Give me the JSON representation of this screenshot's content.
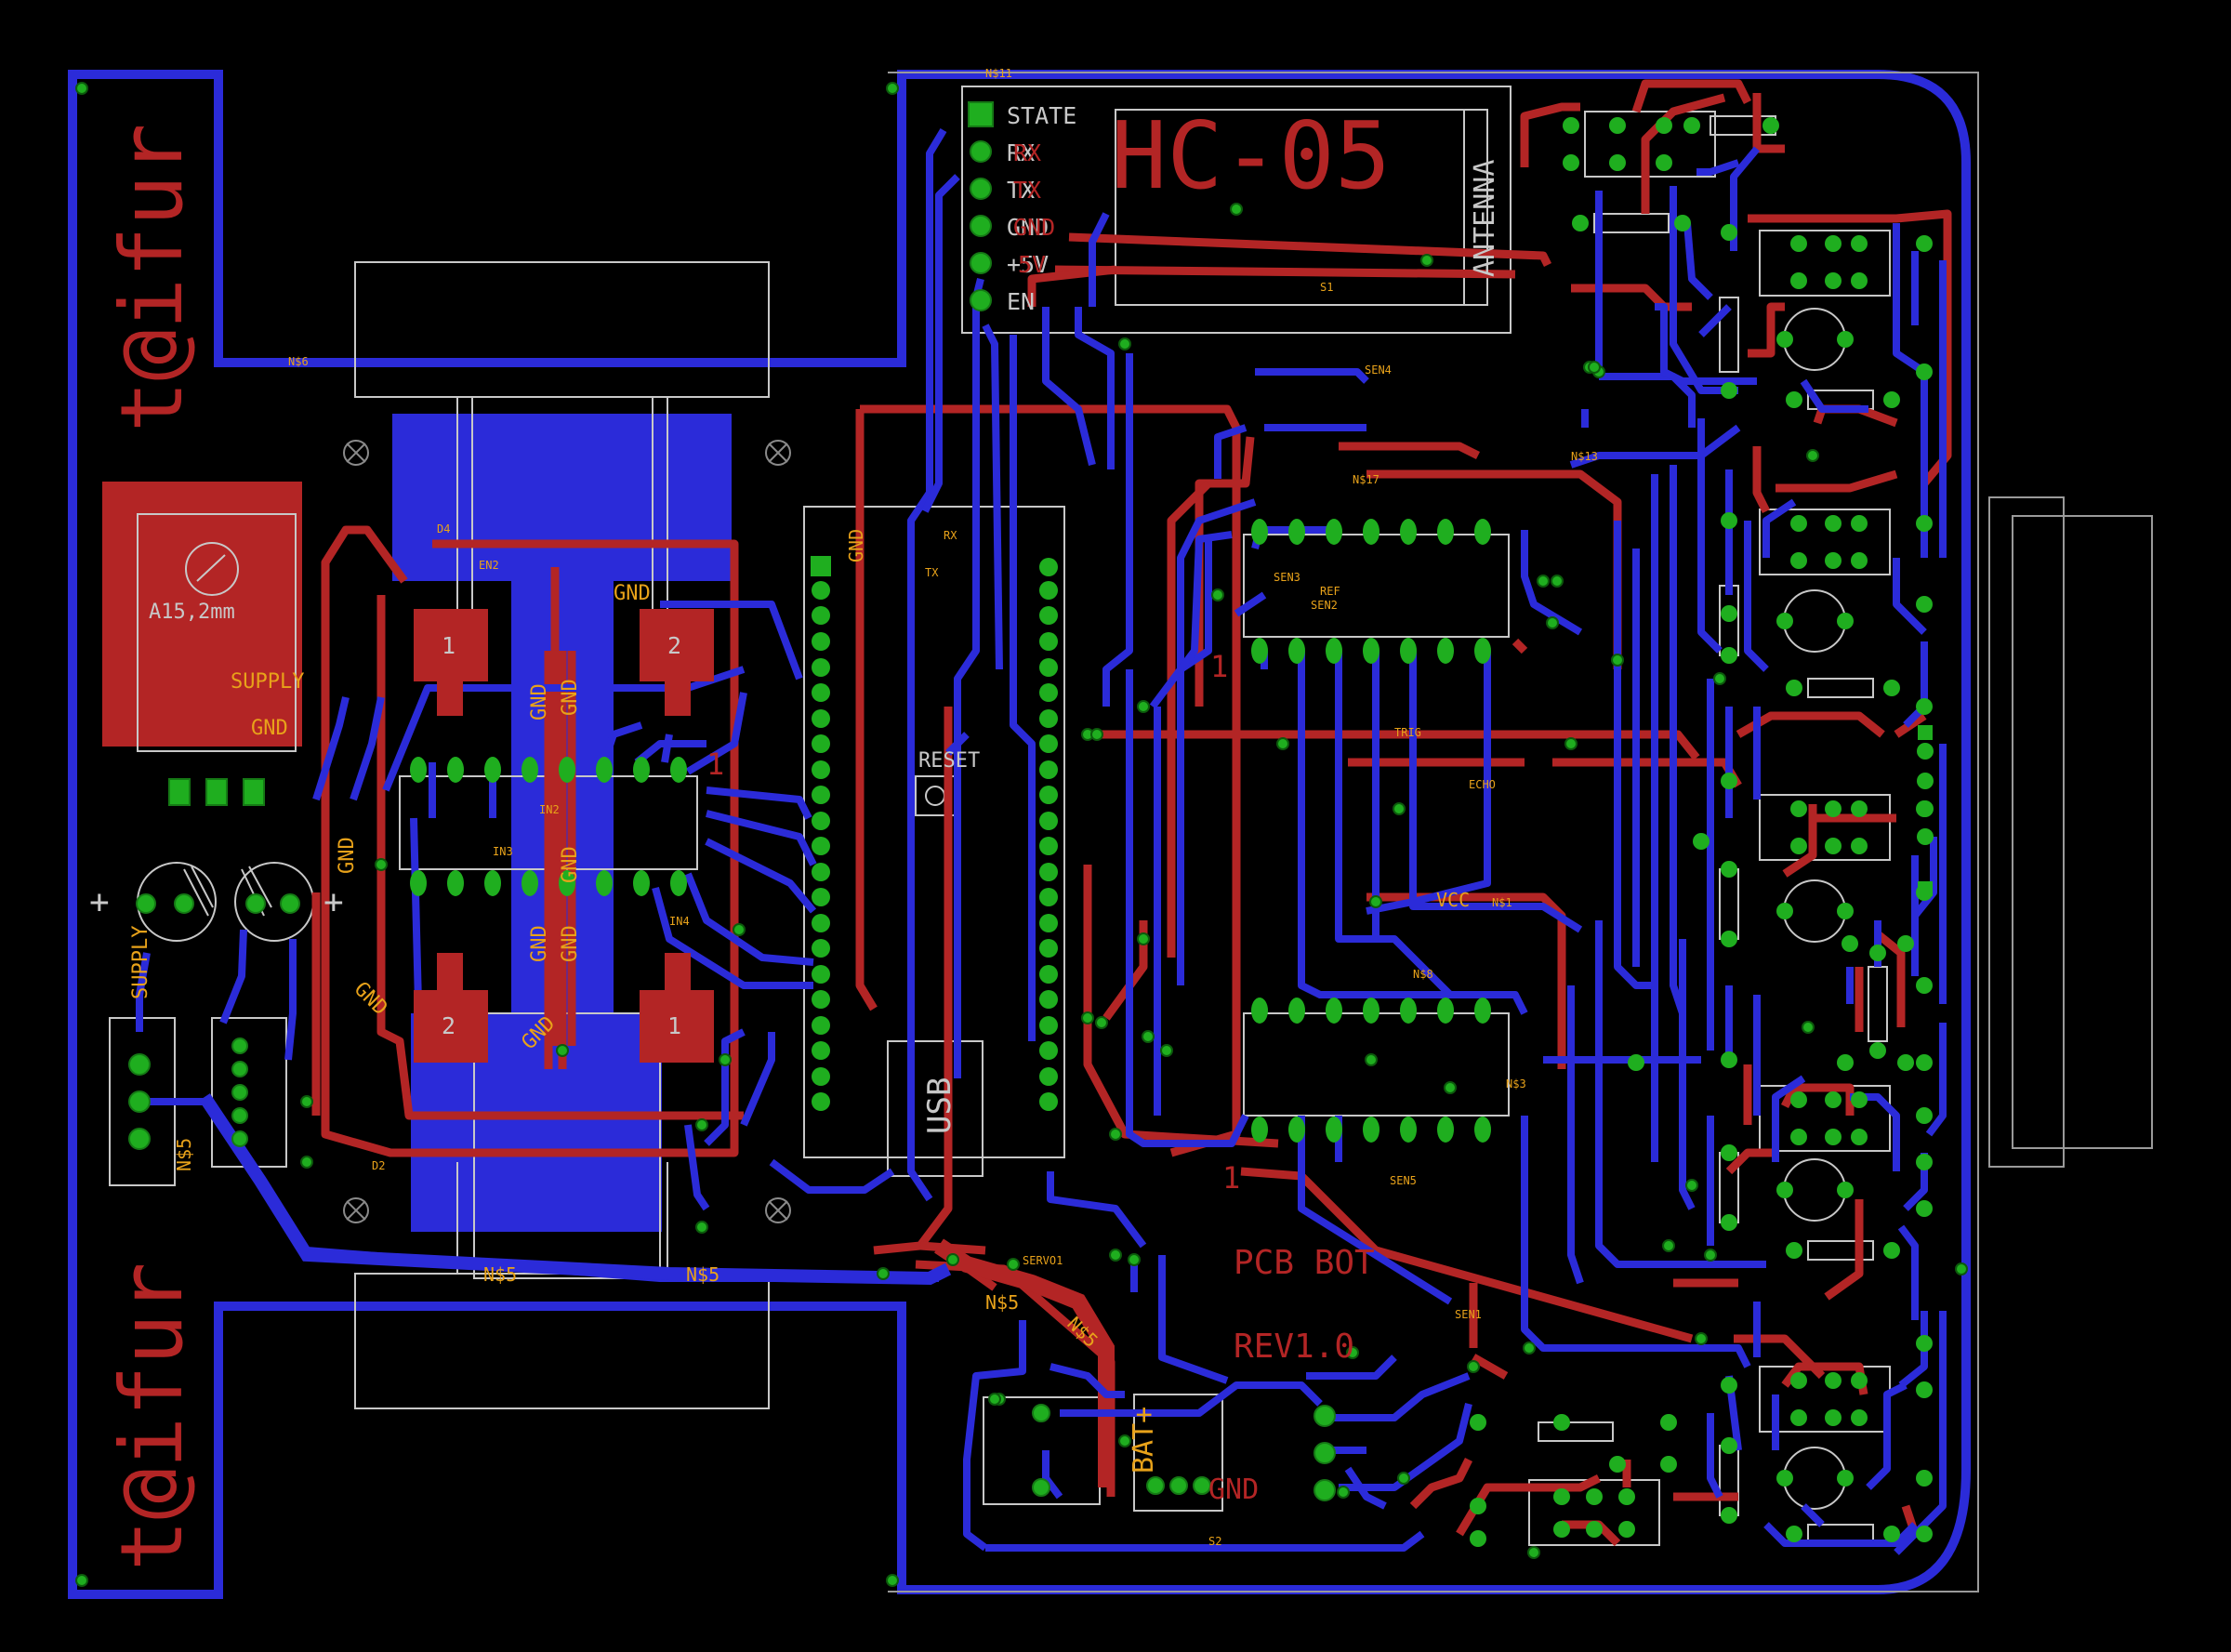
{
  "colors": {
    "background": "#000000",
    "top_copper": "#b32525",
    "bottom_copper": "#2b2bd9",
    "pad": "#1fae1f",
    "silkscreen": "#c8c8c8",
    "label_orange": "#e8a21a",
    "label_red": "#b32525"
  },
  "brand": {
    "top": "t@ifur",
    "bottom": "t@ifur"
  },
  "bluetooth": {
    "title": "HC-05",
    "antenna": "ANTENNA",
    "pins": [
      "STATE",
      "RX",
      "TX",
      "GND",
      "+5V",
      "EN"
    ],
    "ghost_pins": [
      "RX",
      "TX",
      "GND",
      "5V"
    ]
  },
  "regulator": {
    "package": "A15,2mm",
    "supply": "SUPPLY",
    "gnd": "GND"
  },
  "caps": {
    "left_label": "SUPPLY",
    "plus": "+"
  },
  "motor_driver": {
    "pad_top_left": "1",
    "pad_top_right": "2",
    "pad_bottom_left": "2",
    "pad_bottom_right": "1",
    "pin1_marker": "1",
    "gnd_labels": [
      "GND",
      "GND",
      "GND",
      "GND",
      "GND",
      "GND",
      "GND",
      "GND",
      "GND"
    ]
  },
  "arduino": {
    "reset": "RESET",
    "usb": "USB"
  },
  "ics": {
    "ic1_marker": "1",
    "ic2_marker": "1"
  },
  "board": {
    "name": "PCB BOT",
    "revision": "REV1.0"
  },
  "battery": {
    "bat": "BAT+",
    "gnd": "GND"
  },
  "net_labels": {
    "n5": "N$5",
    "n5b": "N$5",
    "n5c": "N$5",
    "n5d": "N$5",
    "n5e": "N$5",
    "gnd": "GND",
    "vcc": "VCC",
    "s1": "S1",
    "s2": "S2",
    "sen1": "SEN1",
    "sen2": "SEN2",
    "sen3": "SEN3",
    "sen4": "SEN4",
    "sen5": "SEN5",
    "trig": "TRIG",
    "echo": "ECHO",
    "ref": "REF",
    "servo1": "SERVO1",
    "d2": "D2",
    "d4": "D4",
    "en2": "EN2",
    "in2": "IN2",
    "in3": "IN3",
    "in4": "IN4",
    "rx": "RX",
    "tx": "TX",
    "n1": "N$1",
    "n3": "N$3",
    "n6": "N$6",
    "n8": "N$8",
    "n11": "N$11",
    "n13": "N$13",
    "n17": "N$17"
  }
}
